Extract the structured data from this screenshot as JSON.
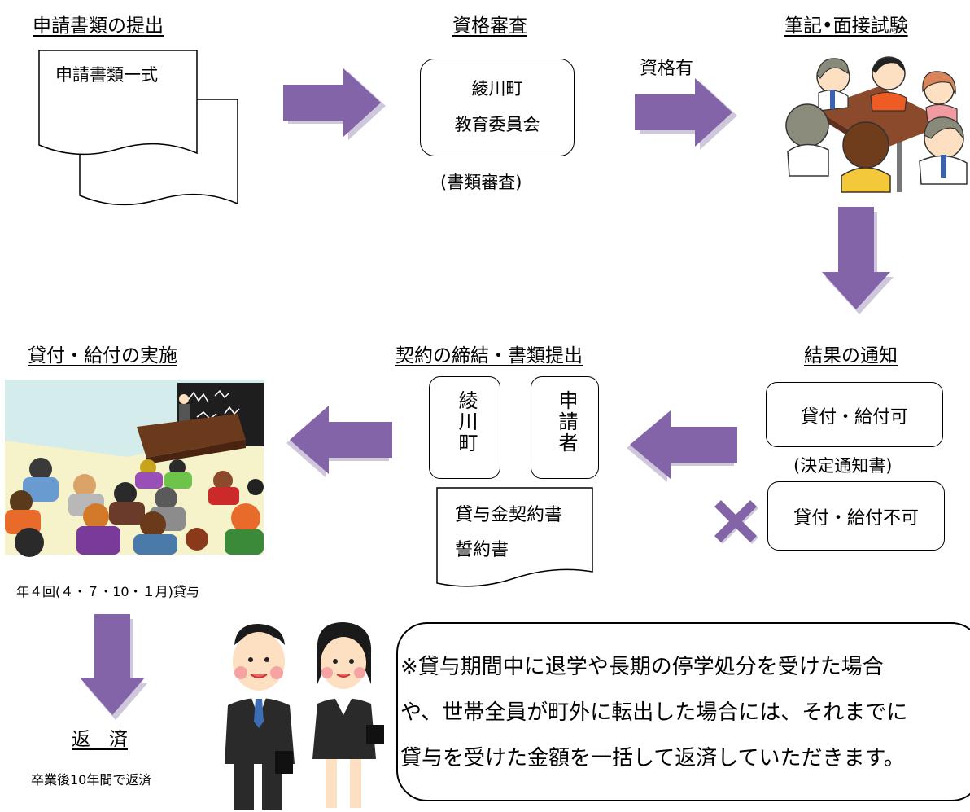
{
  "steps": {
    "submit": {
      "title": "申請書類の提出",
      "doc_label": "申請書類一式"
    },
    "screening": {
      "title": "資格審査",
      "box_line1": "綾川町",
      "box_line2": "教育委員会",
      "caption": "(書類審査)"
    },
    "qualified_label": "資格有",
    "exam": {
      "title": "筆記•面接試験"
    },
    "notice": {
      "title": "結果の通知",
      "approve": "貸付・給付可",
      "approve_caption": "(決定通知書)",
      "reject": "貸付・給付不可"
    },
    "contract": {
      "title": "契約の締結・書類提出",
      "party1": "綾川町",
      "party2": "申請者",
      "doc_line1": "貸与金契約書",
      "doc_line2": "誓約書"
    },
    "disburse": {
      "title": "貸付・給付の実施",
      "caption": "年４回(４・７・10・１月)貸与"
    },
    "repay": {
      "title": "返　済",
      "caption": "卒業後10年間で返済"
    }
  },
  "note": {
    "line1": "※貸与期間中に退学や長期の停学処分を受けた場合",
    "line2": "や、世帯全員が町外に転出した場合には、それまでに",
    "line3": "貸与を受けた金額を一括して返済していただきます。"
  },
  "colors": {
    "arrow": "#8464a8",
    "arrow_shadow": "#cfc7dc"
  },
  "icons": {
    "meeting": "meeting-illustration",
    "classroom": "classroom-illustration",
    "students": "graduates-illustration",
    "cross": "cross-mark-icon"
  }
}
